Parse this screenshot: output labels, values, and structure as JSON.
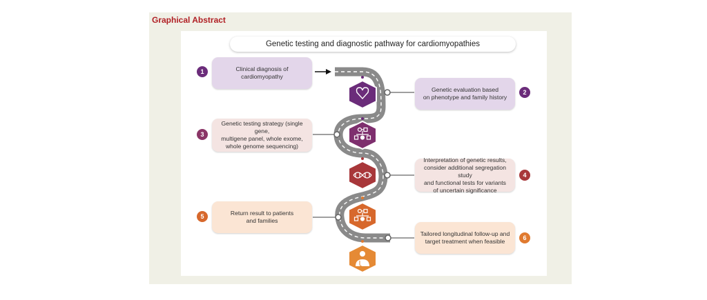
{
  "heading": "Graphical Abstract",
  "title": "Genetic testing and diagnostic pathway for cardiomyopathies",
  "colors": {
    "heading_red": "#b01f24",
    "purple_dark": "#6b2c7a",
    "purple_light": "#e3d6ea",
    "pink_light": "#f4e4e2",
    "red_dark": "#a8373a",
    "orange": "#e07a2f",
    "peach_light": "#fbe5d4",
    "road_gray": "#8a8a8a"
  },
  "steps": [
    {
      "num": "1",
      "text": "Clinical diagnosis of\ncardiomyopathy"
    },
    {
      "num": "2",
      "text": "Genetic evaluation based\non phenotype and family history"
    },
    {
      "num": "3",
      "text": "Genetic testing strategy (single gene,\nmultigene panel, whole exome,\nwhole genome sequencing)"
    },
    {
      "num": "4",
      "text": "Interpretation of genetic results,\nconsider additional segregation study\nand functional tests for variants\nof uncertain significance"
    },
    {
      "num": "5",
      "text": "Return result to patients\nand families"
    },
    {
      "num": "6",
      "text": "Tailored longitudinal follow-up and\ntarget treatment when feasible"
    }
  ],
  "icons": [
    "heart-icon",
    "pedigree-icon",
    "dna-icon",
    "pedigree-result-icon",
    "doctor-icon"
  ]
}
